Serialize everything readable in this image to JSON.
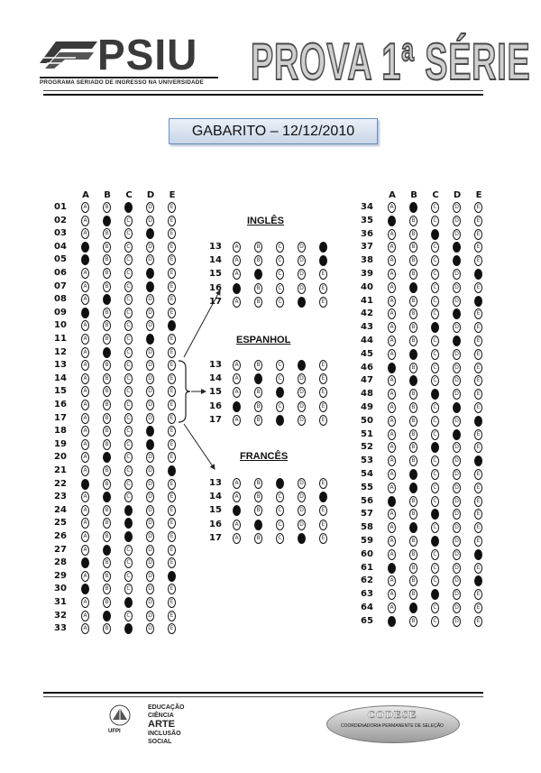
{
  "header": {
    "logo_text": "PSIU",
    "logo_subtitle": "PROGRAMA SERIADO DE INGRESSO NA UNIVERSIDADE",
    "exam_title": "PROVA 1ª SÉRIE"
  },
  "gabarito": "GABARITO – 12/12/2010",
  "options": [
    "A",
    "B",
    "C",
    "D",
    "E"
  ],
  "left_block": [
    {
      "q": "01",
      "ans": "C"
    },
    {
      "q": "02",
      "ans": "B"
    },
    {
      "q": "03",
      "ans": "D"
    },
    {
      "q": "04",
      "ans": "A"
    },
    {
      "q": "05",
      "ans": "A"
    },
    {
      "q": "06",
      "ans": "D"
    },
    {
      "q": "07",
      "ans": "D"
    },
    {
      "q": "08",
      "ans": "B"
    },
    {
      "q": "09",
      "ans": "A"
    },
    {
      "q": "10",
      "ans": "E"
    },
    {
      "q": "11",
      "ans": "D"
    },
    {
      "q": "12",
      "ans": "B"
    },
    {
      "q": "13",
      "ans": ""
    },
    {
      "q": "14",
      "ans": ""
    },
    {
      "q": "15",
      "ans": ""
    },
    {
      "q": "16",
      "ans": ""
    },
    {
      "q": "17",
      "ans": ""
    },
    {
      "q": "18",
      "ans": "D"
    },
    {
      "q": "19",
      "ans": "D"
    },
    {
      "q": "20",
      "ans": "B"
    },
    {
      "q": "21",
      "ans": "E"
    },
    {
      "q": "22",
      "ans": "A"
    },
    {
      "q": "23",
      "ans": "B"
    },
    {
      "q": "24",
      "ans": "C"
    },
    {
      "q": "25",
      "ans": "C"
    },
    {
      "q": "26",
      "ans": "C"
    },
    {
      "q": "27",
      "ans": "B"
    },
    {
      "q": "28",
      "ans": "A"
    },
    {
      "q": "29",
      "ans": "E"
    },
    {
      "q": "30",
      "ans": "A"
    },
    {
      "q": "31",
      "ans": "C"
    },
    {
      "q": "32",
      "ans": "B"
    },
    {
      "q": "33",
      "ans": "C"
    }
  ],
  "right_block": [
    {
      "q": "34",
      "ans": "B"
    },
    {
      "q": "35",
      "ans": "A"
    },
    {
      "q": "36",
      "ans": "C"
    },
    {
      "q": "37",
      "ans": "D"
    },
    {
      "q": "38",
      "ans": "D"
    },
    {
      "q": "39",
      "ans": "E"
    },
    {
      "q": "40",
      "ans": "B"
    },
    {
      "q": "41",
      "ans": "E"
    },
    {
      "q": "42",
      "ans": "D"
    },
    {
      "q": "43",
      "ans": "C"
    },
    {
      "q": "44",
      "ans": "D"
    },
    {
      "q": "45",
      "ans": "B"
    },
    {
      "q": "46",
      "ans": "A"
    },
    {
      "q": "47",
      "ans": "B"
    },
    {
      "q": "48",
      "ans": "C"
    },
    {
      "q": "49",
      "ans": "D"
    },
    {
      "q": "50",
      "ans": "E"
    },
    {
      "q": "51",
      "ans": "D"
    },
    {
      "q": "52",
      "ans": "C"
    },
    {
      "q": "53",
      "ans": "E"
    },
    {
      "q": "54",
      "ans": "B"
    },
    {
      "q": "55",
      "ans": "B"
    },
    {
      "q": "56",
      "ans": "A"
    },
    {
      "q": "57",
      "ans": "C"
    },
    {
      "q": "58",
      "ans": "B"
    },
    {
      "q": "59",
      "ans": "C"
    },
    {
      "q": "60",
      "ans": "E"
    },
    {
      "q": "61",
      "ans": "A"
    },
    {
      "q": "62",
      "ans": "E"
    },
    {
      "q": "63",
      "ans": "C"
    },
    {
      "q": "64",
      "ans": "B"
    },
    {
      "q": "65",
      "ans": "A"
    }
  ],
  "languages": [
    {
      "title": "INGLÊS",
      "rows": [
        {
          "q": "13",
          "ans": "E"
        },
        {
          "q": "14",
          "ans": "E"
        },
        {
          "q": "15",
          "ans": "B"
        },
        {
          "q": "16",
          "ans": "A"
        },
        {
          "q": "17",
          "ans": "D"
        }
      ]
    },
    {
      "title": "ESPANHOL",
      "rows": [
        {
          "q": "13",
          "ans": "D"
        },
        {
          "q": "14",
          "ans": "B"
        },
        {
          "q": "15",
          "ans": "C"
        },
        {
          "q": "16",
          "ans": "A"
        },
        {
          "q": "17",
          "ans": "C"
        }
      ]
    },
    {
      "title": "FRANCÊS",
      "rows": [
        {
          "q": "13",
          "ans": "C"
        },
        {
          "q": "14",
          "ans": "E"
        },
        {
          "q": "15",
          "ans": "A"
        },
        {
          "q": "16",
          "ans": "B"
        },
        {
          "q": "17",
          "ans": "D"
        }
      ]
    }
  ],
  "footer": {
    "ufpi": "UFPI",
    "slogan": [
      "EDUCAÇÃO",
      "CIÊNCIA",
      "ARTE",
      "INCLUSÃO",
      "SOCIAL"
    ],
    "codese_name": "CODESE",
    "codese_subtitle": "COORDENADORIA PERMANENTE DE SELEÇÃO"
  }
}
